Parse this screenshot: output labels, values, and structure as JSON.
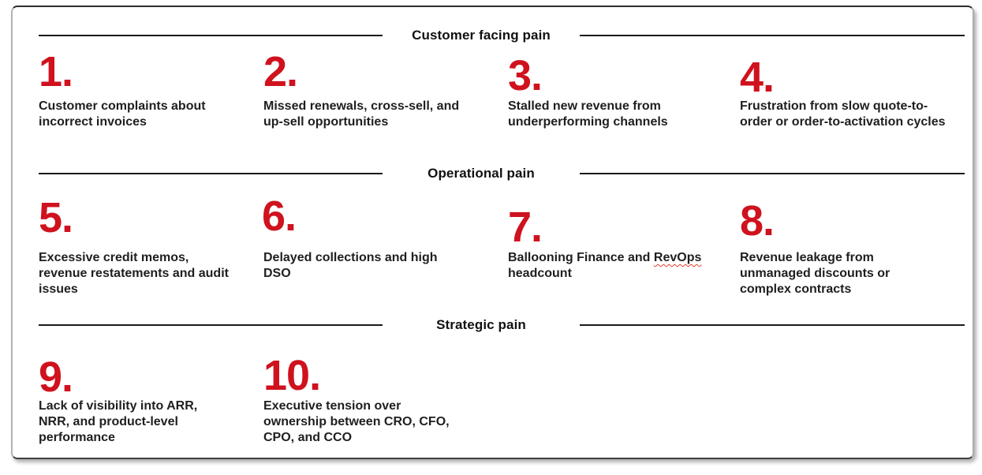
{
  "colors": {
    "accent_red": "#CF121E",
    "body_text": "#1F1F1F",
    "section_rule": "#1A1A1A",
    "card_border": "#ABABAB",
    "squiggle_red": "#E2402F"
  },
  "sections": [
    {
      "title": "Customer facing pain",
      "items": [
        {
          "number": "1.",
          "text": "Customer complaints about\nincorrect invoices"
        },
        {
          "number": "2.",
          "text": "Missed renewals, cross-sell, and\nup-sell opportunities"
        },
        {
          "number": "3.",
          "text": "Stalled new revenue from\nunderperforming channels"
        },
        {
          "number": "4.",
          "text": "Frustration from slow quote-to-\norder or order-to-activation cycles"
        }
      ]
    },
    {
      "title": "Operational pain",
      "items": [
        {
          "number": "5.",
          "text": "Excessive credit memos,\nrevenue restatements and audit\nissues"
        },
        {
          "number": "6.",
          "text": "Delayed collections and high\nDSO"
        },
        {
          "number": "7.",
          "text_before": "Ballooning Finance and ",
          "misspelled": "RevOps",
          "text_after": "\nheadcount"
        },
        {
          "number": "8.",
          "text": "Revenue leakage from\nunmanaged discounts or\ncomplex contracts"
        }
      ]
    },
    {
      "title": "Strategic pain",
      "items": [
        {
          "number": "9.",
          "text": "Lack of visibility into ARR,\nNRR, and product-level\nperformance"
        },
        {
          "number": "10.",
          "text": "Executive tension over\nownership between CRO, CFO,\nCPO, and CCO"
        }
      ]
    }
  ]
}
